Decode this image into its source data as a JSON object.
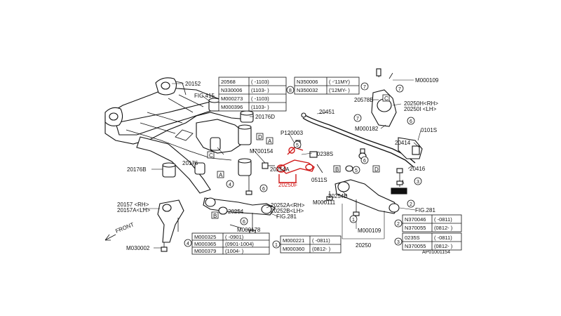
{
  "labels": {
    "p20152": "20152",
    "fig415": "FIG.415",
    "p20176b": "20176B",
    "p20176": "20176",
    "p20176d": "20176D",
    "p20157": "20157 <RH>",
    "p20157a": "20157A<LH>",
    "front": "FRONT",
    "m030002": "M030002",
    "m700154": "M700154",
    "p120003": "P120003",
    "p20254a": "20254A",
    "p20250f": "20250F",
    "p0238s": "0238S",
    "p0511s": "0511S",
    "p20254": "20254",
    "p20252a": "20252A<RH>",
    "p20252b": "20252B<LH>",
    "fig281a": "FIG.281",
    "m000178": "M000178",
    "p20451": "20451",
    "m000109a": "M000109",
    "p20578b": "20578B",
    "p20250h": "20250H<RH>",
    "p20250i": "20250I <LH>",
    "m000182": "M000182",
    "p0101s": "0101S",
    "p20414": "20414",
    "p20416": "20416",
    "p20254b": "20254B",
    "m000111": "M000111",
    "m000109b": "M000109",
    "p20250": "20250",
    "fig281b": "FIG.281",
    "code": "AP01001154"
  },
  "callouts": {
    "A1": "A",
    "A2": "A",
    "B1": "B",
    "B2": "B",
    "C1": "C",
    "C2": "C",
    "D1": "D",
    "D2": "D"
  },
  "circles": {
    "n1": "1",
    "n2": "2",
    "n3": "3",
    "n4": "4",
    "n5": "5",
    "n6": "6",
    "n7": "7"
  },
  "table_top": {
    "rows": [
      {
        "part": "20568",
        "range": "( -1103)"
      },
      {
        "part": "N330006",
        "range": "(1103- )"
      },
      {
        "part": "M000273",
        "range": "( -1103)"
      },
      {
        "part": "M000396",
        "range": "(1103- )"
      }
    ],
    "circle": "8"
  },
  "table_top2": {
    "rows": [
      {
        "part": "N350006",
        "range": "( -'11MY)"
      },
      {
        "part": "N350032",
        "range": "('12MY- )"
      }
    ],
    "circle": "7"
  },
  "table_bl": {
    "rows": [
      {
        "part": "M000325",
        "range": "( -0901)"
      },
      {
        "part": "M000365",
        "range": "(0901-1004)"
      },
      {
        "part": "M000379",
        "range": "(1004- )"
      }
    ],
    "circle": "4"
  },
  "table_bm": {
    "rows": [
      {
        "part": "M000221",
        "range": "( -0811)"
      },
      {
        "part": "M000360",
        "range": "(0812- )"
      }
    ],
    "circle": "1"
  },
  "table_br1": {
    "rows": [
      {
        "part": "N370046",
        "range": "( -0811)"
      },
      {
        "part": "N370055",
        "range": "(0812- )"
      }
    ],
    "circle": "2"
  },
  "table_br2": {
    "rows": [
      {
        "part": "0235S",
        "range": "( -0811)"
      },
      {
        "part": "N370055",
        "range": "(0812- )"
      }
    ],
    "circle": "3"
  }
}
